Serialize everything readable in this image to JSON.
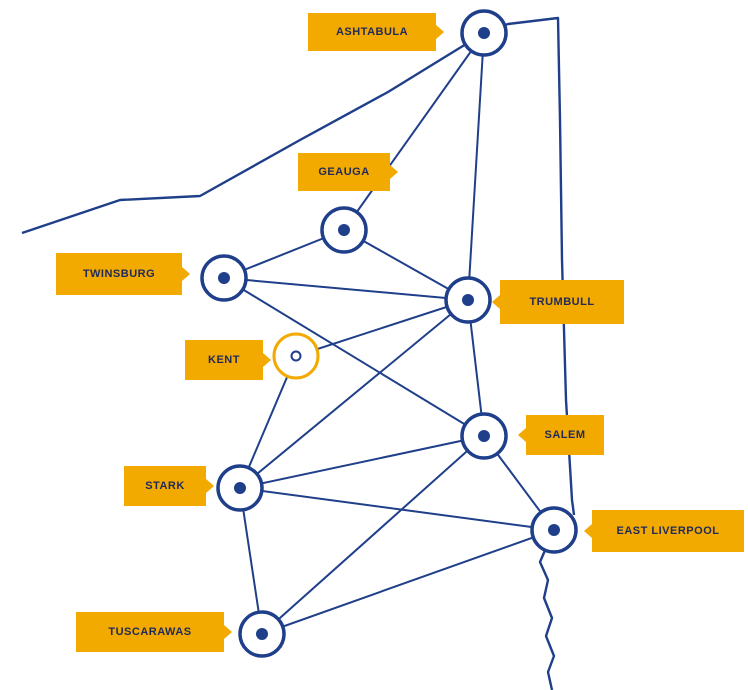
{
  "colors": {
    "navy": "#1f3f8a",
    "orange": "#f2a900",
    "label_text": "#1f2a5a"
  },
  "nodes": [
    {
      "id": "ashtabula",
      "label": "ASHTABULA",
      "highlight": false
    },
    {
      "id": "geauga",
      "label": "GEAUGA",
      "highlight": false
    },
    {
      "id": "twinsburg",
      "label": "TWINSBURG",
      "highlight": false
    },
    {
      "id": "trumbull",
      "label": "TRUMBULL",
      "highlight": false
    },
    {
      "id": "kent",
      "label": "KENT",
      "highlight": true
    },
    {
      "id": "salem",
      "label": "SALEM",
      "highlight": false
    },
    {
      "id": "stark",
      "label": "STARK",
      "highlight": false
    },
    {
      "id": "east-liverpool",
      "label": "EAST LIVERPOOL",
      "highlight": false
    },
    {
      "id": "tuscarawas",
      "label": "TUSCARAWAS",
      "highlight": false
    }
  ],
  "links": [
    [
      "ashtabula",
      "geauga"
    ],
    [
      "ashtabula",
      "trumbull"
    ],
    [
      "geauga",
      "twinsburg"
    ],
    [
      "geauga",
      "trumbull"
    ],
    [
      "twinsburg",
      "trumbull"
    ],
    [
      "twinsburg",
      "salem"
    ],
    [
      "kent",
      "trumbull"
    ],
    [
      "kent",
      "stark"
    ],
    [
      "stark",
      "trumbull"
    ],
    [
      "stark",
      "salem"
    ],
    [
      "stark",
      "east-liverpool"
    ],
    [
      "stark",
      "tuscarawas"
    ],
    [
      "trumbull",
      "salem"
    ],
    [
      "salem",
      "east-liverpool"
    ],
    [
      "salem",
      "tuscarawas"
    ],
    [
      "tuscarawas",
      "east-liverpool"
    ]
  ]
}
